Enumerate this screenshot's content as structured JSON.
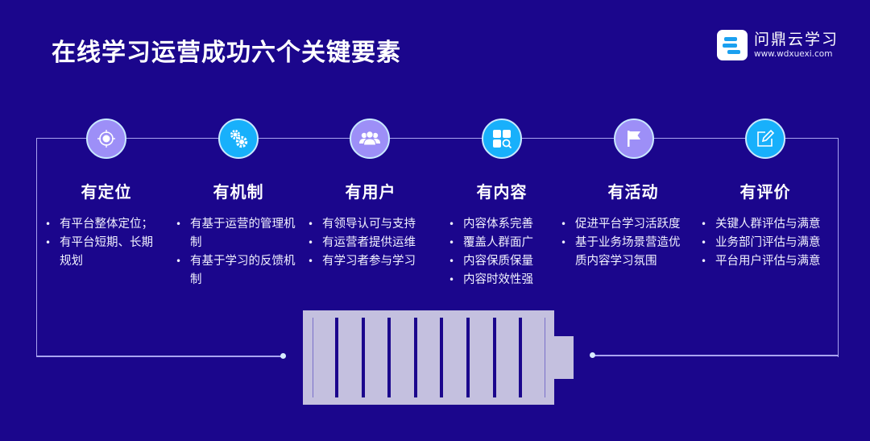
{
  "header": {
    "title": "在线学习运营成功六个关键要素"
  },
  "logo": {
    "name": "问鼎云学习",
    "url": "www.wdxuexi.com",
    "icon": "stacked-bars-logo-icon"
  },
  "colors": {
    "background": "#1b068c",
    "node_purple": "#9d8ff7",
    "node_blue": "#18b0fb",
    "frame_line": "#a9a4f0",
    "battery": "#c4c0df"
  },
  "elements": [
    {
      "title": "有定位",
      "icon": "target-icon",
      "color": "purple",
      "items": [
        "有平台整体定位；",
        "有平台短期、长期规划"
      ]
    },
    {
      "title": "有机制",
      "icon": "gears-icon",
      "color": "blue",
      "items": [
        "有基于运营的管理机制",
        "有基于学习的反馈机制"
      ]
    },
    {
      "title": "有用户",
      "icon": "users-icon",
      "color": "purple",
      "items": [
        "有领导认可与支持",
        "有运营者提供运维",
        "有学习者参与学习"
      ]
    },
    {
      "title": "有内容",
      "icon": "grid-search-icon",
      "color": "blue",
      "items": [
        "内容体系完善",
        "覆盖人群面广",
        "内容保质保量",
        "内容时效性强"
      ]
    },
    {
      "title": "有活动",
      "icon": "flag-icon",
      "color": "purple",
      "items": [
        "促进平台学习活跃度",
        "基于业务场景营造优质内容学习氛围"
      ]
    },
    {
      "title": "有评价",
      "icon": "edit-icon",
      "color": "blue",
      "items": [
        "关键人群评估与满意",
        "业务部门评估与满意",
        "平台用户评估与满意"
      ]
    }
  ],
  "battery": {
    "cells": 8
  }
}
